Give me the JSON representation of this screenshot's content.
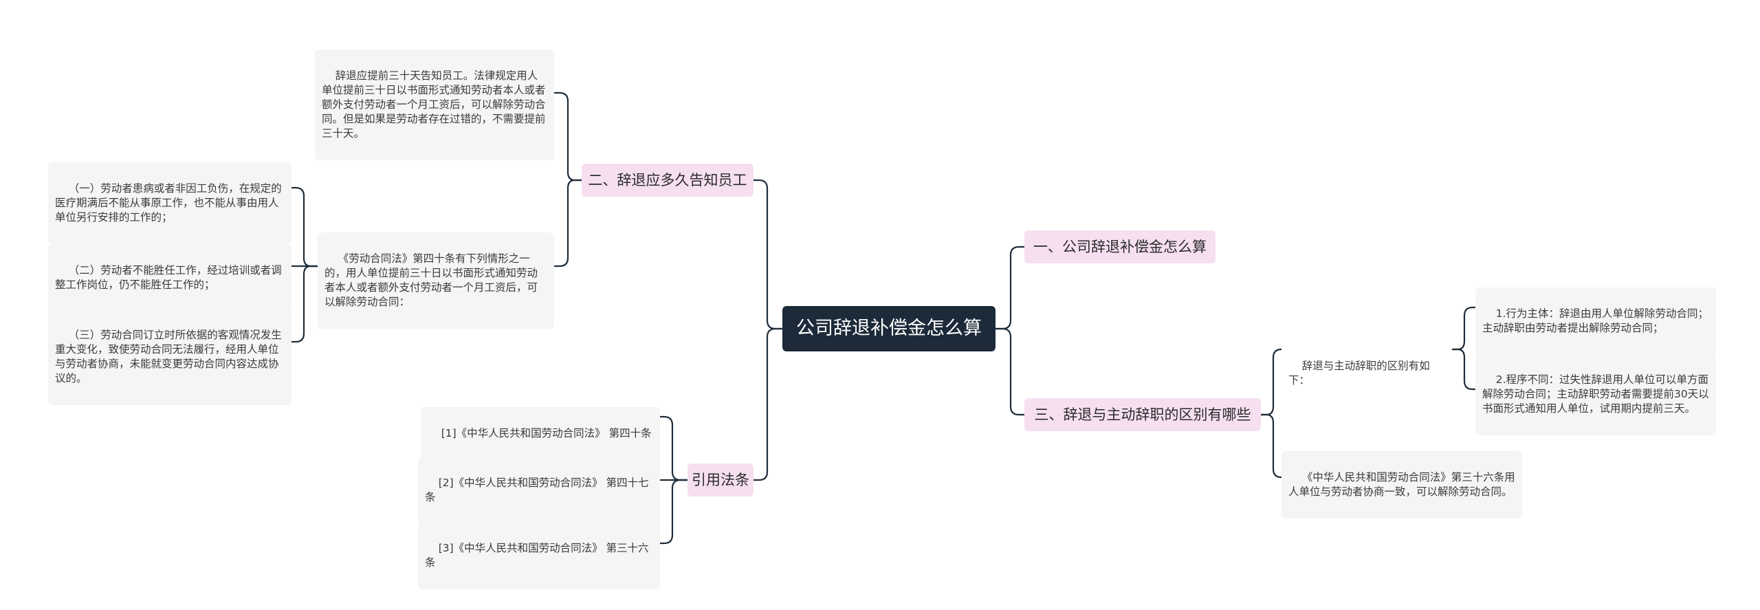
{
  "root": {
    "label": "公司辞退补偿金怎么算"
  },
  "branches": {
    "b1": {
      "label": "一、公司辞退补偿金怎么算"
    },
    "b2": {
      "label": "二、辞退应多久告知员工"
    },
    "b3": {
      "label": "三、辞退与主动辞职的区别有哪些"
    },
    "b4": {
      "label": "引用法条"
    }
  },
  "leaves": {
    "notice_30_days": "辞退应提前三十天告知员工。法律规定用人单位提前三十日以书面形式通知劳动者本人或者额外支付劳动者一个月工资后，可以解除劳动合同。但是如果是劳动者存在过错的，不需要提前三十天。",
    "article40_intro": "《劳动合同法》第四十条有下列情形之一的，用人单位提前三十日以书面形式通知劳动者本人或者额外支付劳动者一个月工资后，可以解除劳动合同：",
    "case1": "（一）劳动者患病或者非因工负伤，在规定的医疗期满后不能从事原工作，也不能从事由用人单位另行安排的工作的；",
    "case2": "（二）劳动者不能胜任工作，经过培训或者调整工作岗位，仍不能胜任工作的；",
    "case3": "（三）劳动合同订立时所依据的客观情况发生重大变化，致使劳动合同无法履行，经用人单位与劳动者协商，未能就变更劳动合同内容达成协议的。",
    "ref1": "[1]《中华人民共和国劳动合同法》 第四十条",
    "ref2": "[2]《中华人民共和国劳动合同法》 第四十七条",
    "ref3": "[3]《中华人民共和国劳动合同法》 第三十六条",
    "diff_intro": "辞退与主动辞职的区别有如下：",
    "diff1": "1.行为主体：辞退由用人单位解除劳动合同；主动辞职由劳动者提出解除劳动合同；",
    "diff2": "2.程序不同：过失性辞退用人单位可以单方面解除劳动合同；主动辞职劳动者需要提前30天以书面形式通知用人单位，试用期内提前三天。",
    "article36": "《中华人民共和国劳动合同法》第三十六条用人单位与劳动者协商一致，可以解除劳动合同。"
  },
  "colors": {
    "root_bg": "#1c2a39",
    "branch_bg": "#f6dff1",
    "leaf_bg": "#f5f5f5",
    "connector": "#1f2d3a"
  }
}
